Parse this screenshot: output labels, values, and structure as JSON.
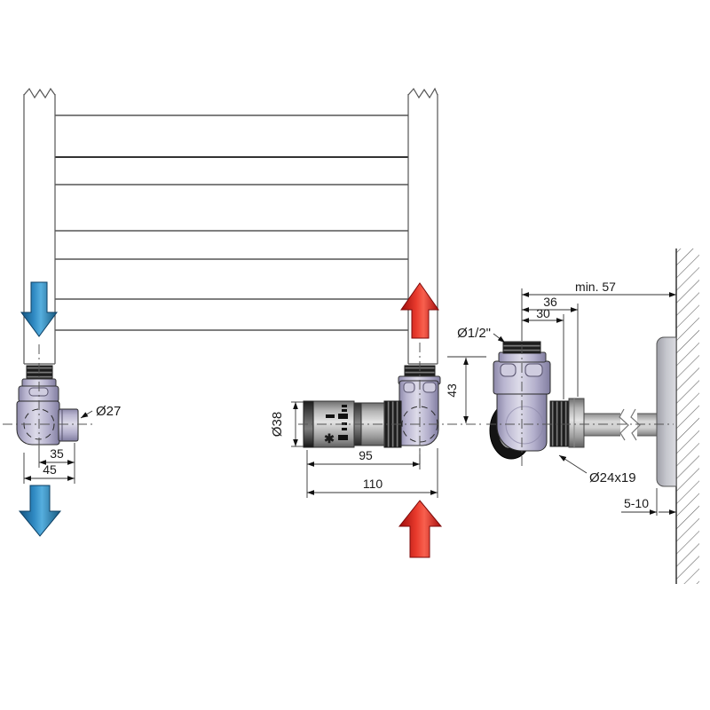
{
  "colors": {
    "background": "#ffffff",
    "outline": "#333333",
    "valve_body": "#c4c0da",
    "metal_gray": "#c9c9c9",
    "flow_down_blue": "#2f89c2",
    "flow_up_red": "#e83a2c"
  },
  "radiator_valve_view": {
    "port_diameter_label": "Ø27",
    "center_to_port_end": "35",
    "total_depth": "45"
  },
  "thermostat_valve_view": {
    "head_diameter_label": "Ø38",
    "head_to_valve_center": "95",
    "total_length": "110",
    "center_to_thread_shoulder": "43",
    "frost_symbol": "✱"
  },
  "wall_connection_view": {
    "min_clearance": "min. 57",
    "nut_to_center": "36",
    "thread_to_center": "30",
    "thread_size_label": "Ø1/2\"",
    "union_size_label": "Ø24x19",
    "wall_gap": "5-10"
  }
}
